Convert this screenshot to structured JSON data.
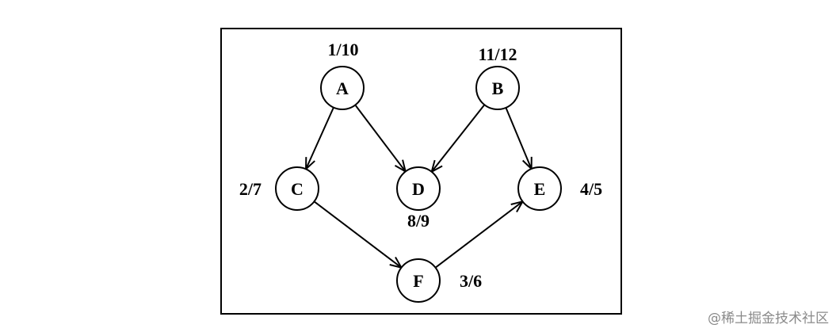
{
  "nodes": [
    {
      "id": "A",
      "label": "A",
      "times": "1/10"
    },
    {
      "id": "B",
      "label": "B",
      "times": "11/12"
    },
    {
      "id": "C",
      "label": "C",
      "times": "2/7"
    },
    {
      "id": "D",
      "label": "D",
      "times": "8/9"
    },
    {
      "id": "E",
      "label": "E",
      "times": "4/5"
    },
    {
      "id": "F",
      "label": "F",
      "times": "3/6"
    }
  ],
  "edges": [
    {
      "from": "A",
      "to": "C"
    },
    {
      "from": "A",
      "to": "D"
    },
    {
      "from": "B",
      "to": "D"
    },
    {
      "from": "B",
      "to": "E"
    },
    {
      "from": "C",
      "to": "F"
    },
    {
      "from": "F",
      "to": "E"
    }
  ],
  "watermark": "@稀土掘金技术社区"
}
